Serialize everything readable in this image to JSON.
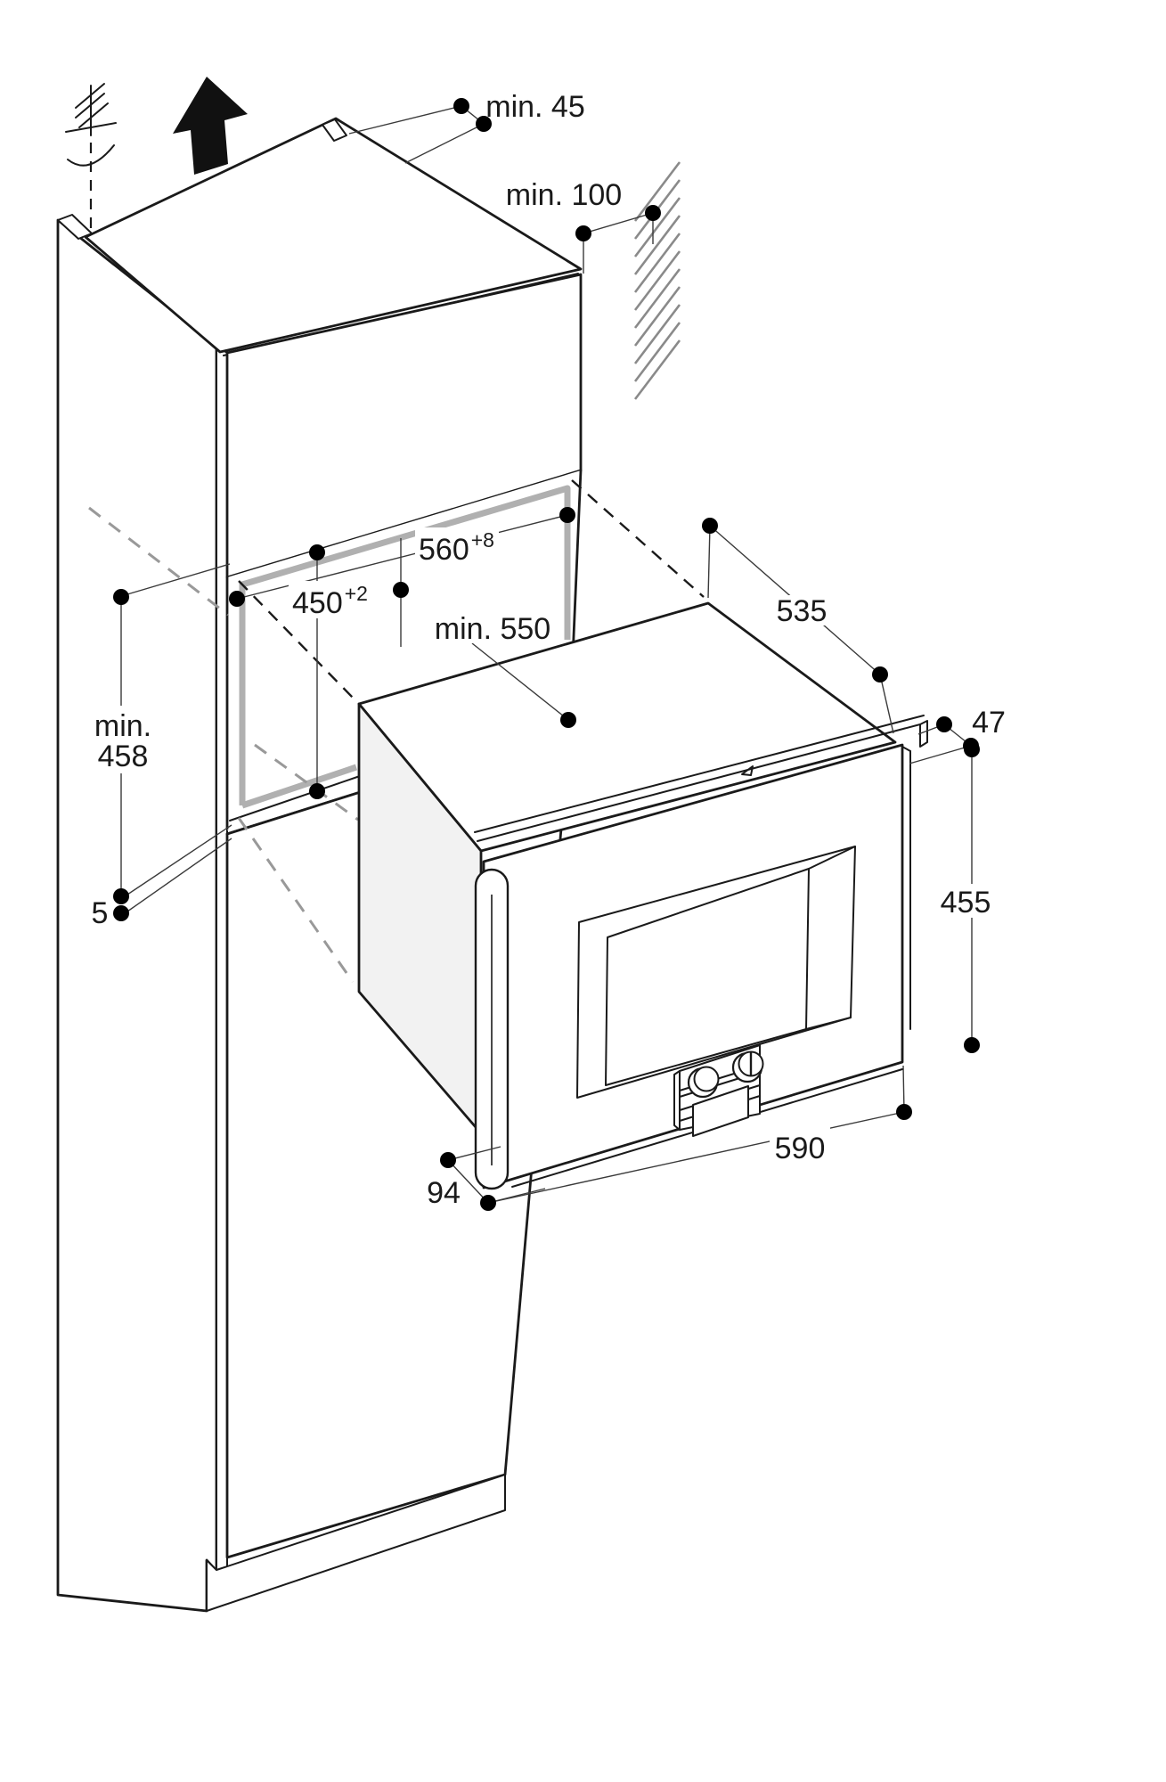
{
  "figure": {
    "type": "appliance installation diagram",
    "subject": "built-in oven in tall cabinet niche with clearance dimensions (mm)"
  },
  "colors": {
    "line": "#1a1a1a",
    "thin_line": "#3a3a3a",
    "gasket_gray": "#b0b0b0",
    "hatch_gray": "#8a8a8a",
    "dash_gray": "#999999",
    "side_shade": "#f2f2f2",
    "background": "#ffffff"
  },
  "dimensions": {
    "top_clearance": {
      "label": "min. 45"
    },
    "rear_wall_clearance": {
      "label": "min. 100"
    },
    "niche_width": {
      "value": "560",
      "tolerance": "+8"
    },
    "niche_height": {
      "value": "450",
      "tolerance": "+2"
    },
    "niche_depth": {
      "label": "min. 550"
    },
    "appliance_depth": {
      "label": "535"
    },
    "frame_depth": {
      "label": "47"
    },
    "appliance_height": {
      "label": "455"
    },
    "side_height": {
      "line1": "min.",
      "line2": "458"
    },
    "bottom_gap": {
      "label": "5"
    },
    "appliance_width": {
      "label": "590"
    },
    "handle_depth": {
      "label": "94"
    }
  }
}
